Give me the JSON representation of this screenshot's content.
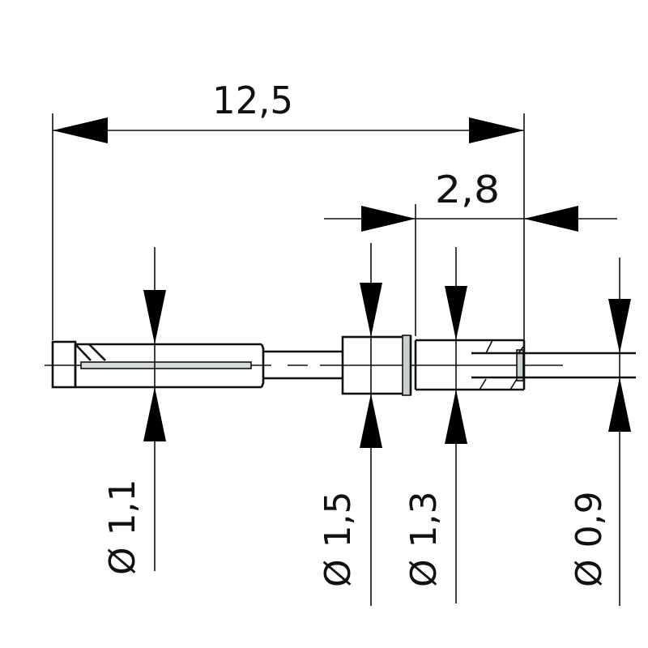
{
  "drawing": {
    "type": "technical-drawing",
    "subject": "pin contact side view with dimensions",
    "units_shown": "none",
    "dimensions": {
      "overall_length": {
        "label": "12,5",
        "value": 12.5,
        "orientation": "horizontal"
      },
      "tip_length": {
        "label": "2,8",
        "value": 2.8,
        "orientation": "horizontal"
      }
    },
    "diameters": [
      {
        "symbol": "Ø",
        "label": "1,1",
        "value": 1.1,
        "position": "crimp barrel"
      },
      {
        "symbol": "Ø",
        "label": "1,5",
        "value": 1.5,
        "position": "collar"
      },
      {
        "symbol": "Ø",
        "label": "1,3",
        "value": 1.3,
        "position": "sleeve"
      },
      {
        "symbol": "Ø",
        "label": "0,9",
        "value": 0.9,
        "position": "pin tip"
      }
    ],
    "colors": {
      "line": "#111111",
      "background": "#ffffff",
      "shade": "#c8cfcf"
    }
  }
}
